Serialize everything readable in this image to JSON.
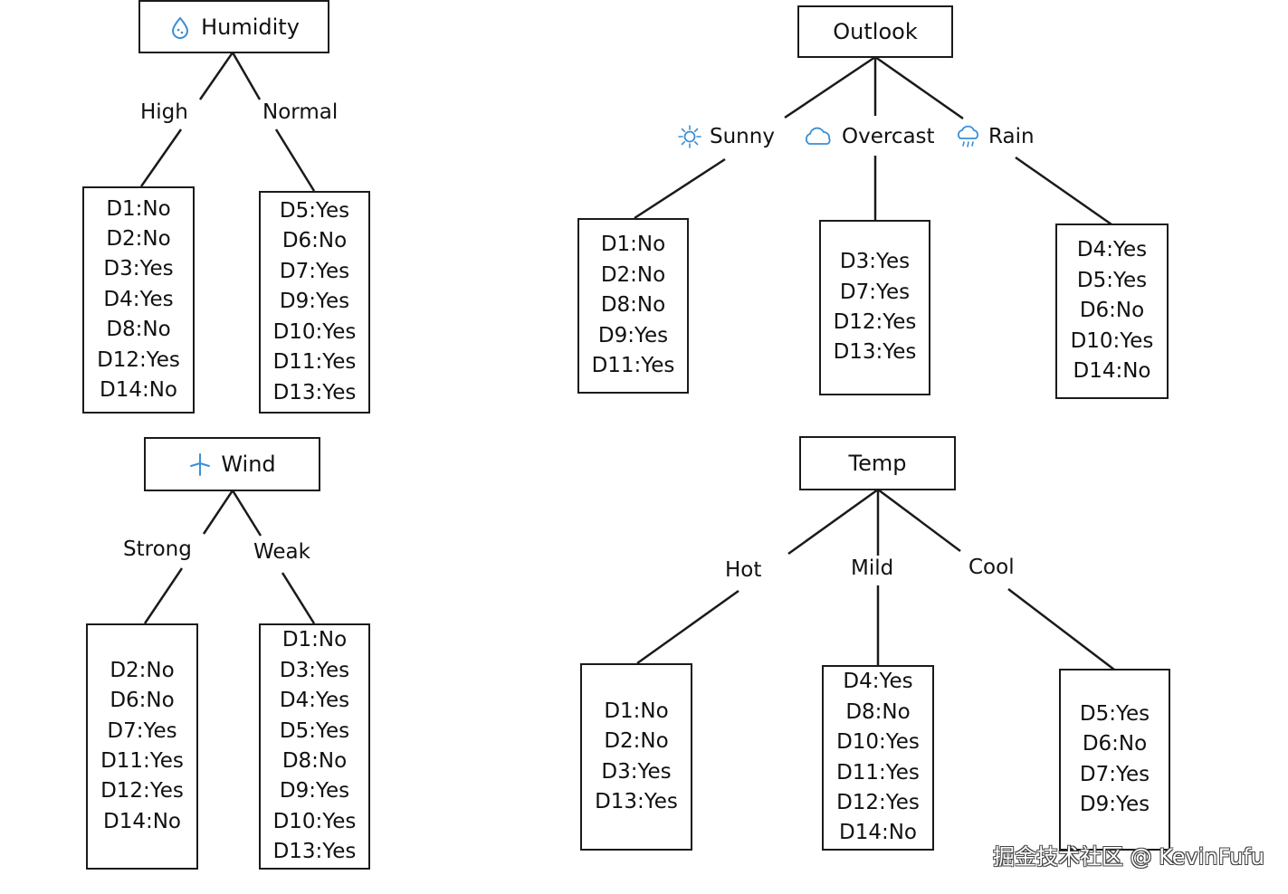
{
  "humidity": {
    "title": "Humidity",
    "icon": "droplet-icon",
    "branches": [
      "High",
      "Normal"
    ],
    "leaves": [
      [
        "D1:No",
        "D2:No",
        "D3:Yes",
        "D4:Yes",
        "D8:No",
        "D12:Yes",
        "D14:No"
      ],
      [
        "D5:Yes",
        "D6:No",
        "D7:Yes",
        "D9:Yes",
        "D10:Yes",
        "D11:Yes",
        "D13:Yes"
      ]
    ]
  },
  "wind": {
    "title": "Wind",
    "icon": "wind-turbine-icon",
    "branches": [
      "Strong",
      "Weak"
    ],
    "leaves": [
      [
        "D2:No",
        "D6:No",
        "D7:Yes",
        "D11:Yes",
        "D12:Yes",
        "D14:No"
      ],
      [
        "D1:No",
        "D3:Yes",
        "D4:Yes",
        "D5:Yes",
        "D8:No",
        "D9:Yes",
        "D10:Yes",
        "D13:Yes"
      ]
    ]
  },
  "outlook": {
    "title": "Outlook",
    "branches": [
      {
        "label": "Sunny",
        "icon": "sun-icon"
      },
      {
        "label": "Overcast",
        "icon": "cloud-icon"
      },
      {
        "label": "Rain",
        "icon": "rain-cloud-icon"
      }
    ],
    "leaves": [
      [
        "D1:No",
        "D2:No",
        "D8:No",
        "D9:Yes",
        "D11:Yes"
      ],
      [
        "D3:Yes",
        "D7:Yes",
        "D12:Yes",
        "D13:Yes"
      ],
      [
        "D4:Yes",
        "D5:Yes",
        "D6:No",
        "D10:Yes",
        "D14:No"
      ]
    ]
  },
  "temp": {
    "title": "Temp",
    "branches": [
      "Hot",
      "Mild",
      "Cool"
    ],
    "leaves": [
      [
        "D1:No",
        "D2:No",
        "D3:Yes",
        "D13:Yes"
      ],
      [
        "D4:Yes",
        "D8:No",
        "D10:Yes",
        "D11:Yes",
        "D12:Yes",
        "D14:No"
      ],
      [
        "D5:Yes",
        "D6:No",
        "D7:Yes",
        "D9:Yes"
      ]
    ]
  },
  "watermark": "掘金技术社区 @ KevinFufu",
  "colors": {
    "icon": "#3a8fd6",
    "line": "#1a1a1a"
  }
}
